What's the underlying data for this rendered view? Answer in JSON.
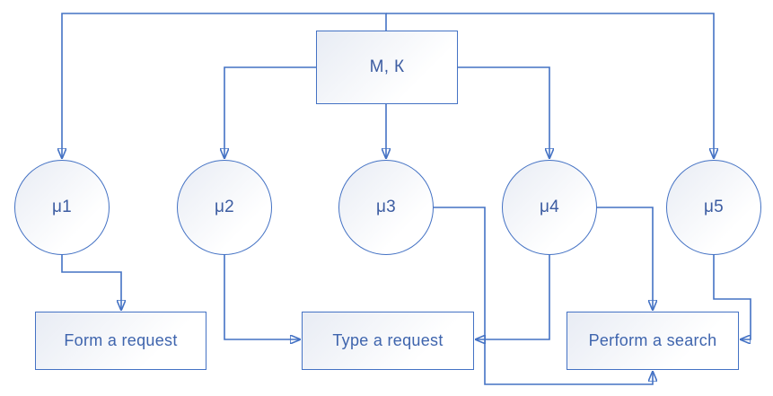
{
  "diagram": {
    "root_label": "М, К",
    "nodes": [
      {
        "id": "mu1",
        "label": "μ1"
      },
      {
        "id": "mu2",
        "label": "μ2"
      },
      {
        "id": "mu3",
        "label": "μ3"
      },
      {
        "id": "mu4",
        "label": "μ4"
      },
      {
        "id": "mu5",
        "label": "μ5"
      }
    ],
    "tasks": [
      {
        "id": "form-request",
        "label": "Form a request"
      },
      {
        "id": "type-request",
        "label": "Type a request"
      },
      {
        "id": "perform-search",
        "label": "Perform a search"
      }
    ],
    "edges": [
      {
        "from": "root",
        "to": "mu1"
      },
      {
        "from": "root",
        "to": "mu2"
      },
      {
        "from": "root",
        "to": "mu3"
      },
      {
        "from": "root",
        "to": "mu4"
      },
      {
        "from": "root",
        "to": "mu5"
      },
      {
        "from": "mu1",
        "to": "form-request"
      },
      {
        "from": "mu2",
        "to": "type-request"
      },
      {
        "from": "mu3",
        "to": "perform-search"
      },
      {
        "from": "mu4",
        "to": "type-request"
      },
      {
        "from": "mu4",
        "to": "perform-search"
      },
      {
        "from": "mu5",
        "to": "perform-search"
      }
    ],
    "colors": {
      "line": "#4472c4",
      "node_text": "#3d5da2",
      "task_text": "#3e64ad",
      "shape_fill_top": "#e8ecf4",
      "shape_fill_bottom": "#ffffff"
    }
  }
}
